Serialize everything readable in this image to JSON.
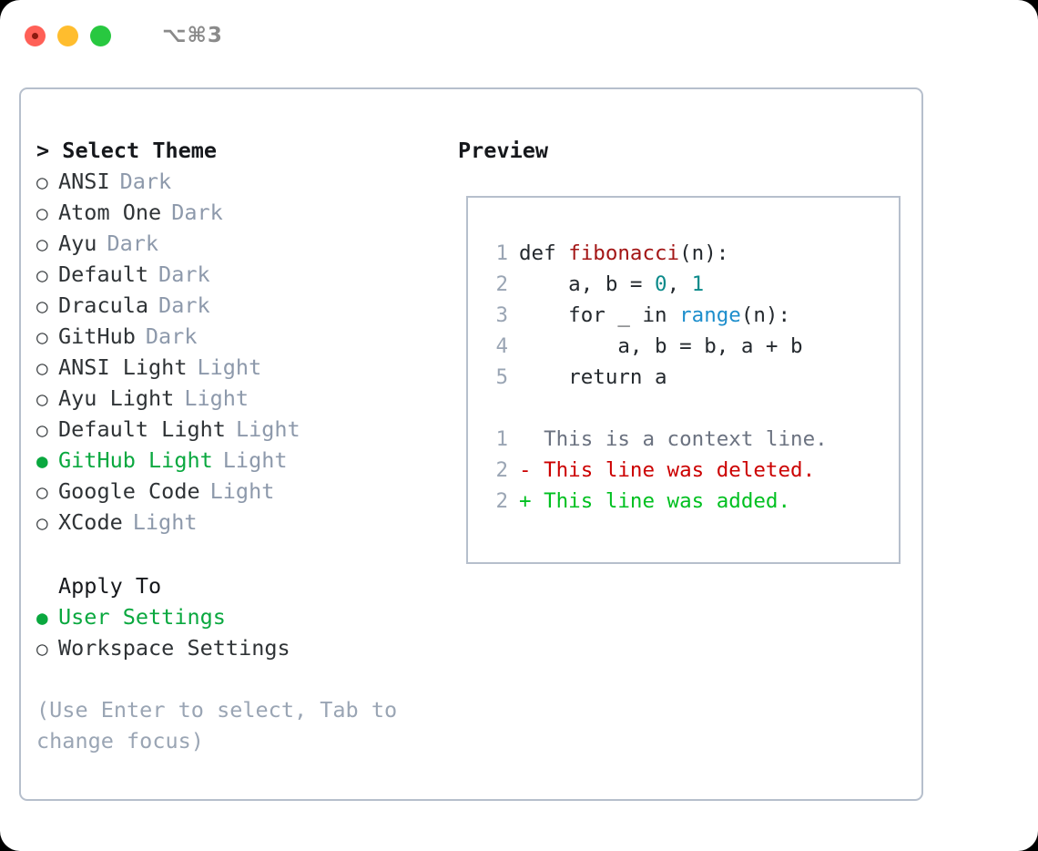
{
  "titlebar": {
    "shortcut": "⌥⌘3",
    "lights": [
      "close-red",
      "minimize-yellow",
      "maximize-green"
    ]
  },
  "left": {
    "heading": "> Select Theme",
    "themes": [
      {
        "bullet": "○",
        "name": "ANSI",
        "category": "Dark",
        "selected": false
      },
      {
        "bullet": "○",
        "name": "Atom One",
        "category": "Dark",
        "selected": false
      },
      {
        "bullet": "○",
        "name": "Ayu",
        "category": "Dark",
        "selected": false
      },
      {
        "bullet": "○",
        "name": "Default",
        "category": "Dark",
        "selected": false
      },
      {
        "bullet": "○",
        "name": "Dracula",
        "category": "Dark",
        "selected": false
      },
      {
        "bullet": "○",
        "name": "GitHub",
        "category": "Dark",
        "selected": false
      },
      {
        "bullet": "○",
        "name": "ANSI Light",
        "category": "Light",
        "selected": false
      },
      {
        "bullet": "○",
        "name": "Ayu Light",
        "category": "Light",
        "selected": false
      },
      {
        "bullet": "○",
        "name": "Default Light",
        "category": "Light",
        "selected": false
      },
      {
        "bullet": "●",
        "name": "GitHub Light",
        "category": "Light",
        "selected": true
      },
      {
        "bullet": "○",
        "name": "Google Code",
        "category": "Light",
        "selected": false
      },
      {
        "bullet": "○",
        "name": "XCode",
        "category": "Light",
        "selected": false
      }
    ],
    "apply_heading": "Apply To",
    "apply_options": [
      {
        "bullet": "●",
        "name": "User Settings",
        "selected": true
      },
      {
        "bullet": "○",
        "name": "Workspace Settings",
        "selected": false
      }
    ],
    "hint": "(Use Enter to select, Tab to change focus)"
  },
  "preview": {
    "heading": "Preview",
    "code_lines": [
      {
        "no": "1",
        "segments": [
          {
            "text": "def ",
            "type": "plain"
          },
          {
            "text": "fibonacci",
            "type": "fn"
          },
          {
            "text": "(n):",
            "type": "plain"
          }
        ]
      },
      {
        "no": "2",
        "segments": [
          {
            "text": "    a, b = ",
            "type": "plain"
          },
          {
            "text": "0",
            "type": "num"
          },
          {
            "text": ", ",
            "type": "plain"
          },
          {
            "text": "1",
            "type": "num"
          }
        ]
      },
      {
        "no": "3",
        "segments": [
          {
            "text": "    for _ in ",
            "type": "plain"
          },
          {
            "text": "range",
            "type": "call"
          },
          {
            "text": "(n):",
            "type": "plain"
          }
        ]
      },
      {
        "no": "4",
        "segments": [
          {
            "text": "        a, b = b, a + b",
            "type": "plain"
          }
        ]
      },
      {
        "no": "5",
        "segments": [
          {
            "text": "    return a",
            "type": "plain"
          }
        ]
      }
    ],
    "diff_lines": [
      {
        "no": "1",
        "marker": "  ",
        "text": "This is a context line.",
        "kind": "context"
      },
      {
        "no": "2",
        "marker": "- ",
        "text": "This line was deleted.",
        "kind": "deleted"
      },
      {
        "no": "2",
        "marker": "+ ",
        "text": "This line was added.",
        "kind": "added"
      }
    ]
  },
  "colors": {
    "accent_green": "#0aa83f",
    "diff_added": "#00c020",
    "diff_deleted": "#cc0000",
    "muted": "#8d99ab",
    "border": "#b6bfcc",
    "syntax_function": "#a31515",
    "syntax_number": "#0b8a8a",
    "syntax_call": "#1d8ecc"
  }
}
